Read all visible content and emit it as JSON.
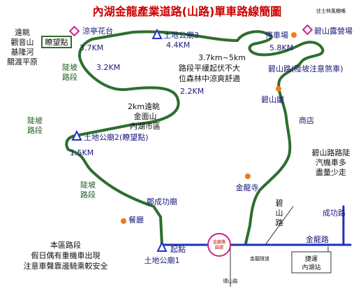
{
  "title": "內湖金龍產業道路(山路)單車路線簡圖",
  "colors": {
    "trail": "#2e6e2e",
    "road": "#1f2fb5",
    "title": "#cc0000",
    "label": "#1a1a7a",
    "poi_marker": "#f07820",
    "viewpoint_marker": "#cc2288",
    "temple_marker": "#2233cc"
  },
  "notes": {
    "left_top": [
      "遠眺",
      "觀音山",
      "基隆河",
      "關渡平原"
    ],
    "mid_view": [
      "2km遠眺",
      "金面山",
      "內湖市區"
    ],
    "trail_desc": [
      "3.7km~5km",
      "路段平緩起伏不大",
      "位森林中涼爽舒適"
    ],
    "bottom_safety": [
      "本區路段",
      "假日偶有重機車出現",
      "注意車聲靠邊騎乘較安全"
    ],
    "biyan_road": [
      "碧山路路陡",
      "汽機車多",
      "盡量少走"
    ]
  },
  "places": {
    "tiaowang": "瞭望點",
    "liangting": "涼亭花台",
    "temple3": "土地公廟3",
    "parking": "停車場",
    "camp": "碧山露營場",
    "wanghong": "往士林風櫃嘴",
    "biyan_rd_warn": "碧山路(陸坡注意煞車)",
    "biyan_temple": "碧山巖",
    "shop": "商店",
    "temple2": "土地公廟2(瞭望點)",
    "jinlong_temple": "金龍寺",
    "zheng_temple": "鄭成功廟",
    "restaurant": "餐廳",
    "start": "起點",
    "temple1": "土地公廟1",
    "circle": [
      "金龍路",
      "圓環"
    ],
    "biyan_rd": [
      "碧",
      "山",
      "路"
    ],
    "jinlong_rd": "金龍路",
    "chenggong_rd": "成功路",
    "jinlong_tunnel": "金龍隧道",
    "huanshan_rd": "環山路",
    "mrt": [
      "捷運",
      "內湖站"
    ],
    "slope1": [
      "陡坡",
      "路段"
    ],
    "slope2": [
      "陡坡",
      "路段"
    ],
    "slope3": [
      "陡坡",
      "路段"
    ]
  },
  "distances": {
    "d37": "3.7KM",
    "d44": "4.4KM",
    "d58": "5.8KM",
    "d32": "3.2KM",
    "d22": "2.2KM",
    "d15": "1.5KM"
  }
}
